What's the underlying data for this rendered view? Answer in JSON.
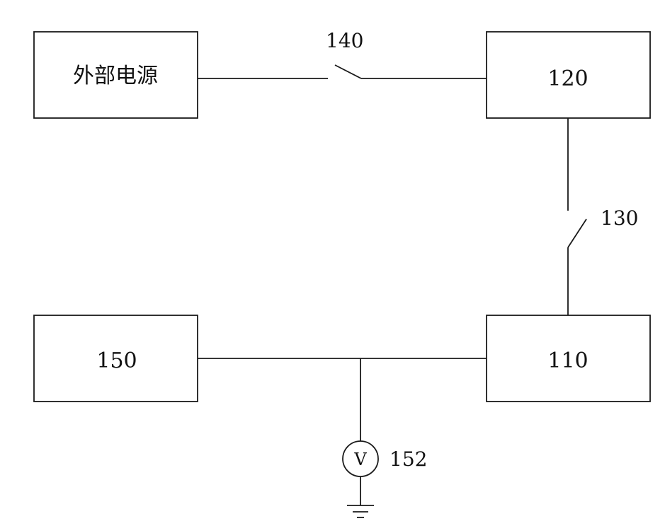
{
  "blocks": {
    "external_power": "外部电源",
    "b120": "120",
    "b110": "110",
    "b150": "150"
  },
  "components": {
    "switch_140": "140",
    "switch_130": "130",
    "voltmeter_symbol": "V",
    "voltmeter_ref": "152"
  },
  "icons": {
    "switch": "switch-icon",
    "voltmeter": "voltmeter-icon",
    "ground": "ground-icon"
  }
}
